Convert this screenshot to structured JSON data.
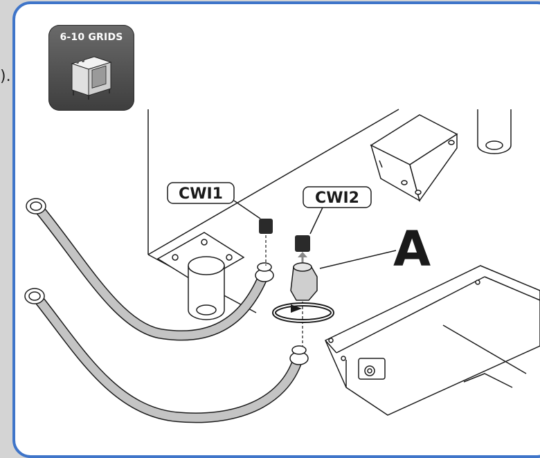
{
  "stray_text": ").",
  "badge": {
    "title": "6-10 GRIDS",
    "icon": "oven-icon"
  },
  "callouts": {
    "cwi1": "CWI1",
    "cwi2": "CWI2",
    "a": "A"
  },
  "colors": {
    "frame_border": "#3f75c9",
    "hose": "#c4c4c4",
    "line": "#1a1a1a"
  }
}
